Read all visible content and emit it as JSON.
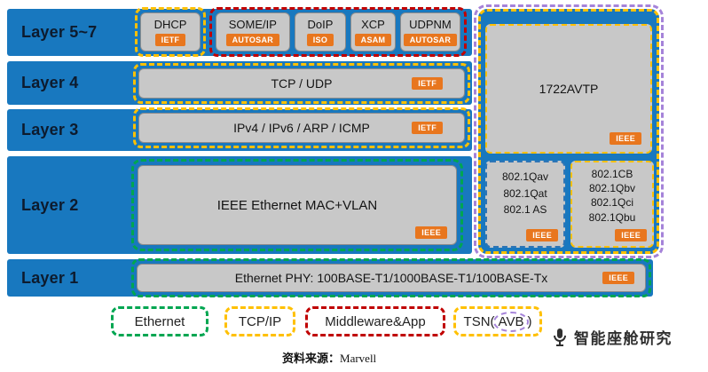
{
  "colors": {
    "bar_blue": "#1878bf",
    "box_gray": "#c8c8c8",
    "badge_orange": "#e8761e",
    "ethernet_green": "#00a651",
    "tcpip_yellow": "#ffc000",
    "middleware_red": "#c00000",
    "tsn_purple": "#a583d9"
  },
  "layers": {
    "l57": "Layer 5~7",
    "l4": "Layer 4",
    "l3": "Layer 3",
    "l2": "Layer 2",
    "l1": "Layer 1"
  },
  "protocols": {
    "dhcp": {
      "name": "DHCP",
      "badge": "IETF"
    },
    "someip": {
      "name": "SOME/IP",
      "badge": "AUTOSAR"
    },
    "doip": {
      "name": "DoIP",
      "badge": "ISO"
    },
    "xcp": {
      "name": "XCP",
      "badge": "ASAM"
    },
    "udpnm": {
      "name": "UDPNM",
      "badge": "AUTOSAR"
    },
    "tcp_udp": {
      "name": "TCP / UDP",
      "badge": "IETF"
    },
    "ip": {
      "name": "IPv4 / IPv6 / ARP / ICMP",
      "badge": "IETF"
    },
    "mac_vlan": {
      "name": "IEEE Ethernet MAC+VLAN",
      "badge": "IEEE"
    },
    "phy": {
      "name": "Ethernet PHY: 100BASE-T1/1000BASE-T1/100BASE-Tx",
      "badge": "IEEE"
    },
    "avtp": {
      "name": "1722AVTP",
      "badge": "IEEE"
    },
    "avb_group": {
      "lines": [
        "802.1Qav",
        "802.1Qat",
        "802.1 AS"
      ],
      "badge": "IEEE"
    },
    "tsn_group": {
      "lines": [
        "802.1CB",
        "802.1Qbv",
        "802.1Qci",
        "802.1Qbu"
      ],
      "badge": "IEEE"
    }
  },
  "legend": {
    "ethernet": "Ethernet",
    "tcpip": "TCP/IP",
    "middleware": "Middleware&App",
    "tsn_prefix": "TSN(",
    "tsn_highlight": "AVB",
    "tsn_suffix": ")"
  },
  "footer": {
    "source_label": "资料来源：",
    "source_value": "Marvell",
    "watermark": "智能座舱研究"
  }
}
